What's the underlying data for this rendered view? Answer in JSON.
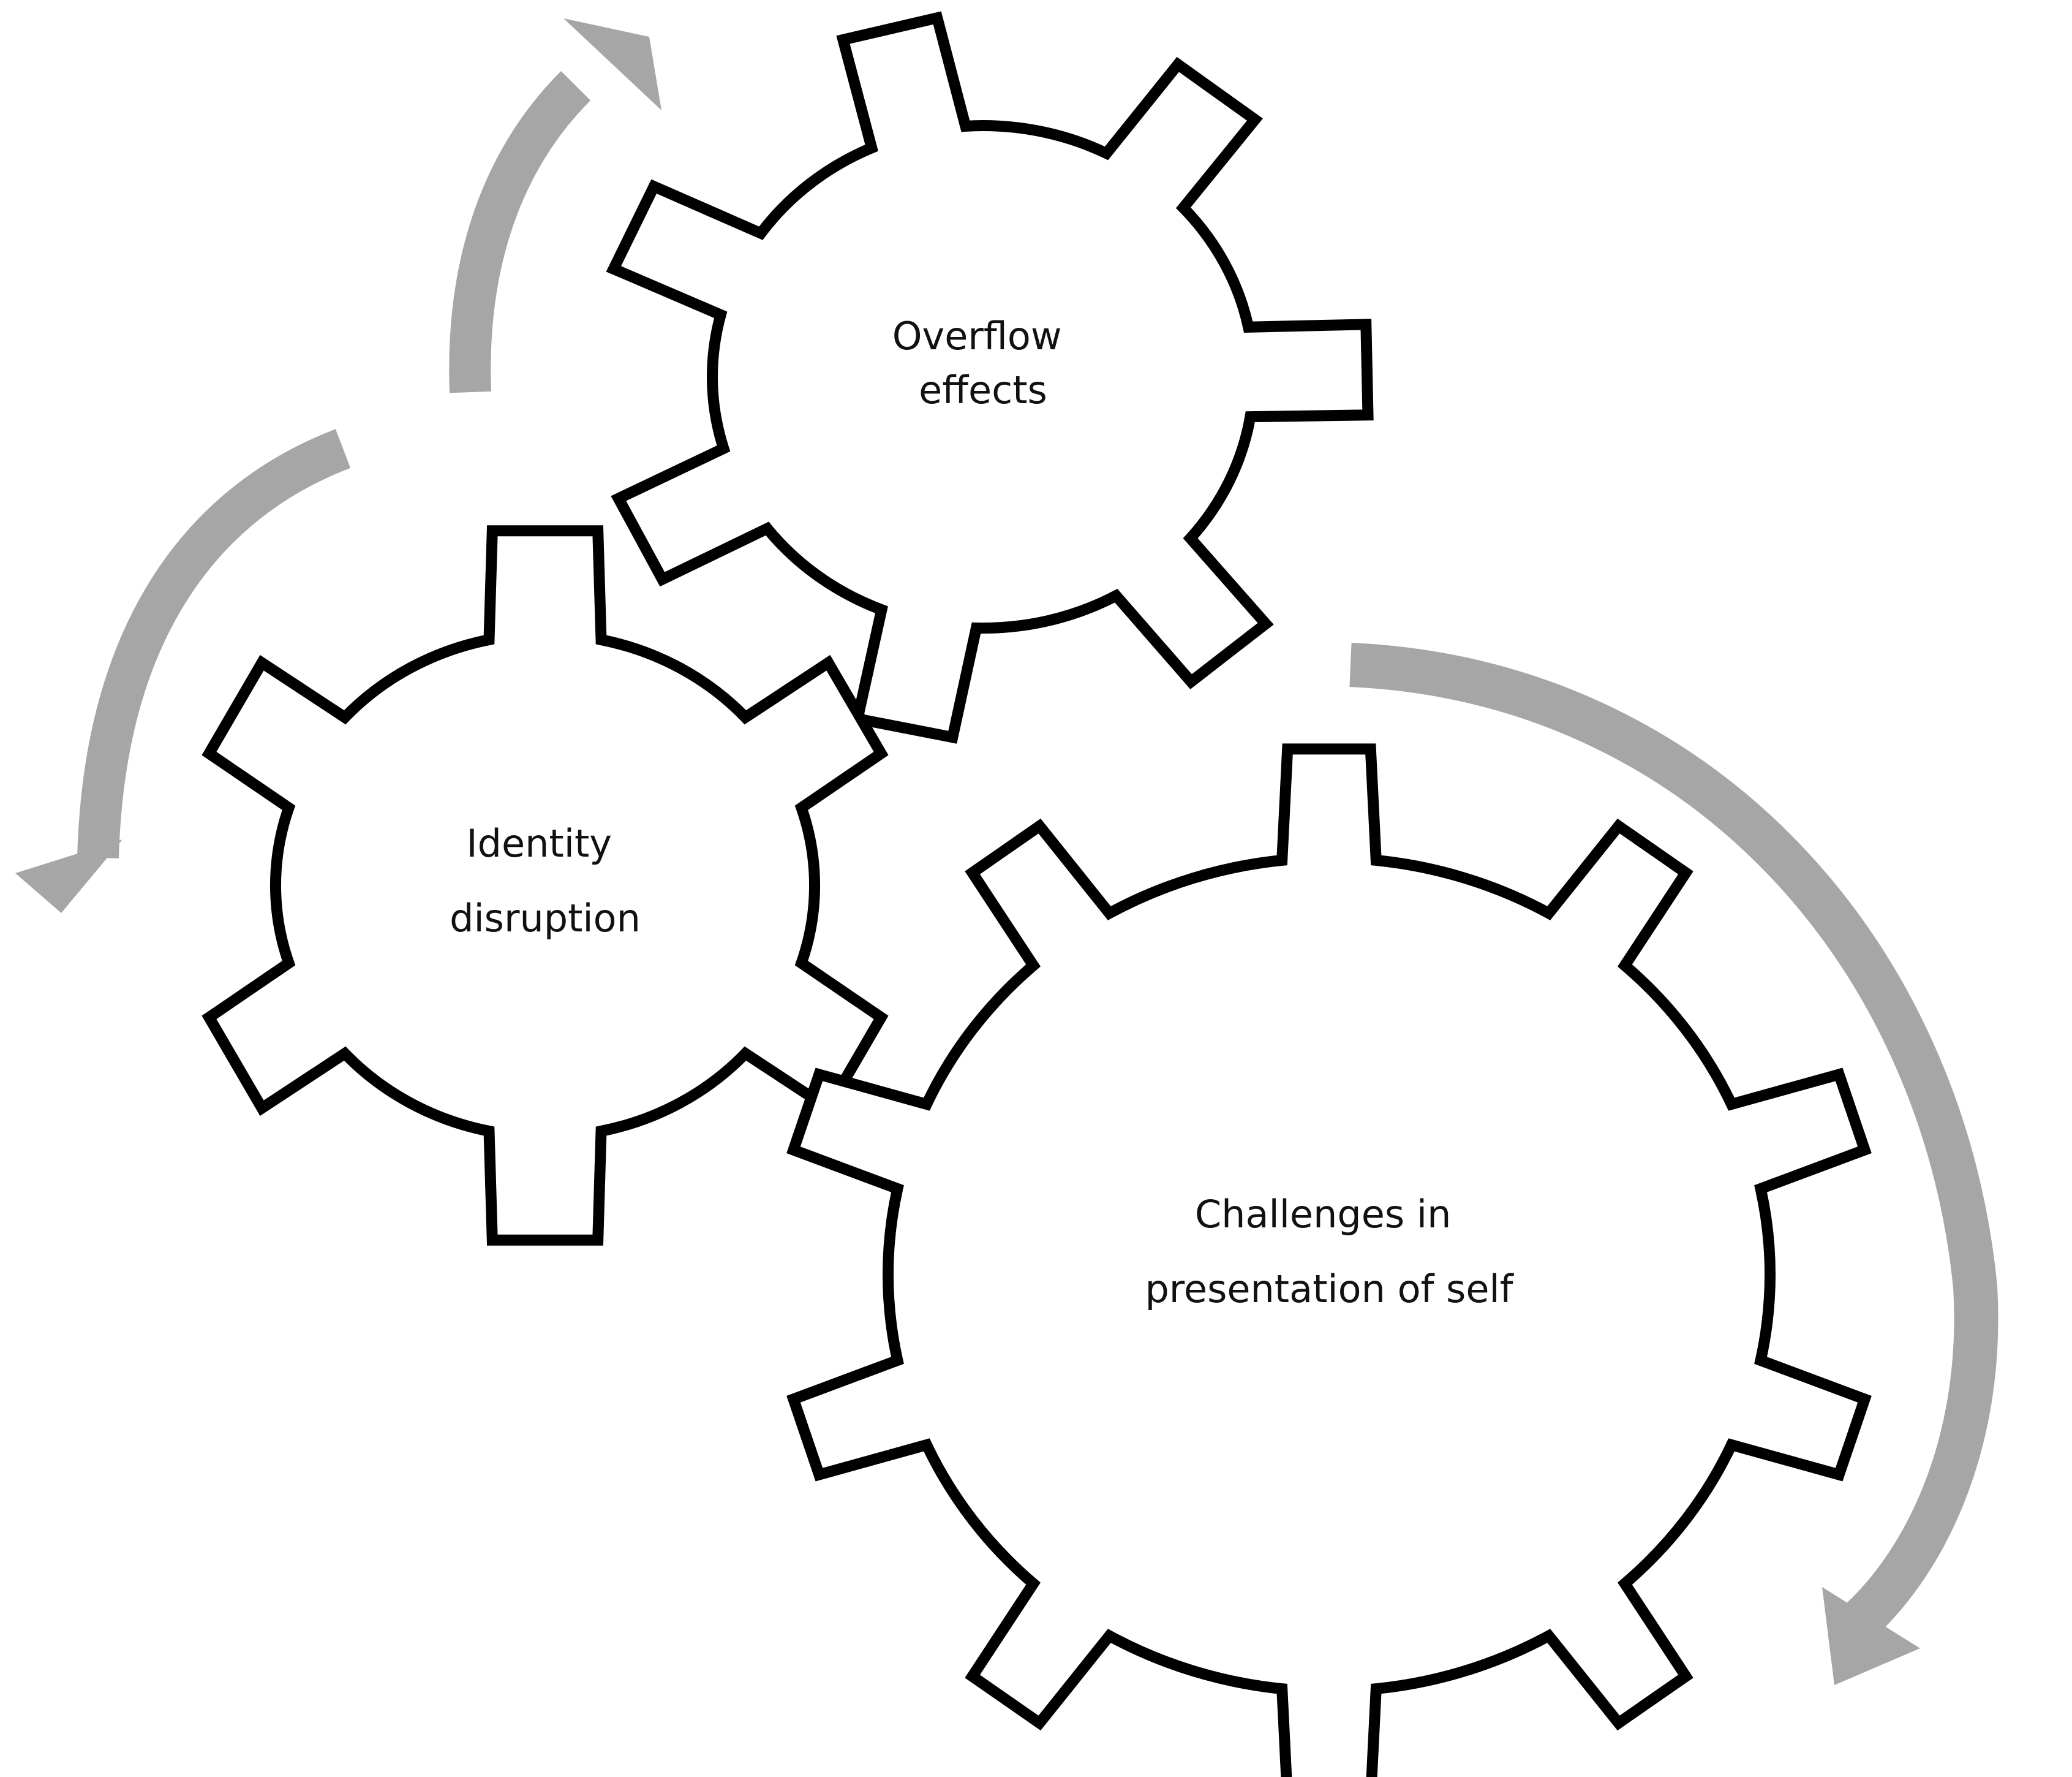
{
  "diagram": {
    "gears": [
      {
        "id": "overflow",
        "lines": [
          "Overflow",
          "effects"
        ]
      },
      {
        "id": "identity",
        "lines": [
          "Identity",
          "disruption"
        ]
      },
      {
        "id": "challenges",
        "lines": [
          "Challenges  in",
          "presentation of self"
        ]
      }
    ],
    "colors": {
      "gear_stroke": "#000000",
      "gear_fill": "#ffffff",
      "arrow": "#a6a6a6",
      "text": "#111111"
    }
  }
}
